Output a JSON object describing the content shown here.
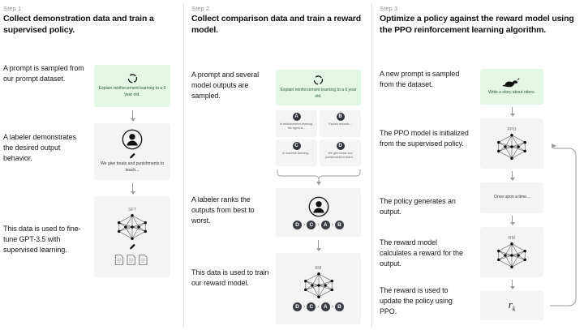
{
  "meta": {
    "accent_green": "#e4f7e7",
    "box_gray": "#f4f4f4",
    "divider": "#e3e3e3"
  },
  "steps": [
    {
      "label": "Step 1",
      "title": "Collect demonstration data and train a supervised policy.",
      "captions": [
        "A prompt is sampled from our prompt dataset.",
        "A labeler demonstrates the desired output behavior.",
        "This data is used to fine-tune GPT-3.5 with supervised learning."
      ],
      "prompt_box": {
        "icon": "recycle-icon",
        "text": "Explain reinforcement learning to a 6 year old."
      },
      "labeler_box": {
        "icon": "person-icon",
        "text": "We give treats and punishments to teach..."
      },
      "model_box": {
        "tag": "SFT",
        "icon": "neural-network-icon"
      }
    },
    {
      "label": "Step 2",
      "title": "Collect comparison data and train a reward model.",
      "captions": [
        "A prompt and several model outputs are sampled.",
        "A labeler ranks the outputs from best to worst.",
        "This data is used to train our reward model."
      ],
      "prompt_box": {
        "icon": "recycle-icon",
        "text": "Explain reinforcement learning to a 6 year old."
      },
      "options": [
        {
          "badge": "A",
          "text": "In reinforcement learning, the agent is..."
        },
        {
          "badge": "B",
          "text": "Explain rewards..."
        },
        {
          "badge": "C",
          "text": "In machine learning..."
        },
        {
          "badge": "D",
          "text": "We give treats and punishments to teach..."
        }
      ],
      "ranking_box": {
        "icon": "person-icon",
        "ranking": [
          "D",
          "C",
          "A",
          "B"
        ],
        "separator": "›"
      },
      "reward_model_box": {
        "tag": "RM",
        "icon": "neural-network-icon",
        "ranking": [
          "D",
          "C",
          "A",
          "B"
        ],
        "separator": "›"
      }
    },
    {
      "label": "Step 3",
      "title": "Optimize a policy against the reward model using the PPO reinforcement learning algorithm.",
      "captions": [
        "A new prompt is sampled from the dataset.",
        "The PPO model is initialized from the supervised policy.",
        "The policy generates an output.",
        "The reward model calculates a reward for the output.",
        "The reward is used to update the policy using PPO."
      ],
      "prompt_box": {
        "icon": "otter-icon",
        "text": "Write a story about otters."
      },
      "ppo_box": {
        "tag": "PPO",
        "icon": "neural-network-icon"
      },
      "output_box": {
        "text": "Once upon a time..."
      },
      "rm_box": {
        "tag": "RM",
        "icon": "neural-network-icon"
      },
      "reward_box": {
        "symbol": "r",
        "subscript": "k"
      }
    }
  ]
}
